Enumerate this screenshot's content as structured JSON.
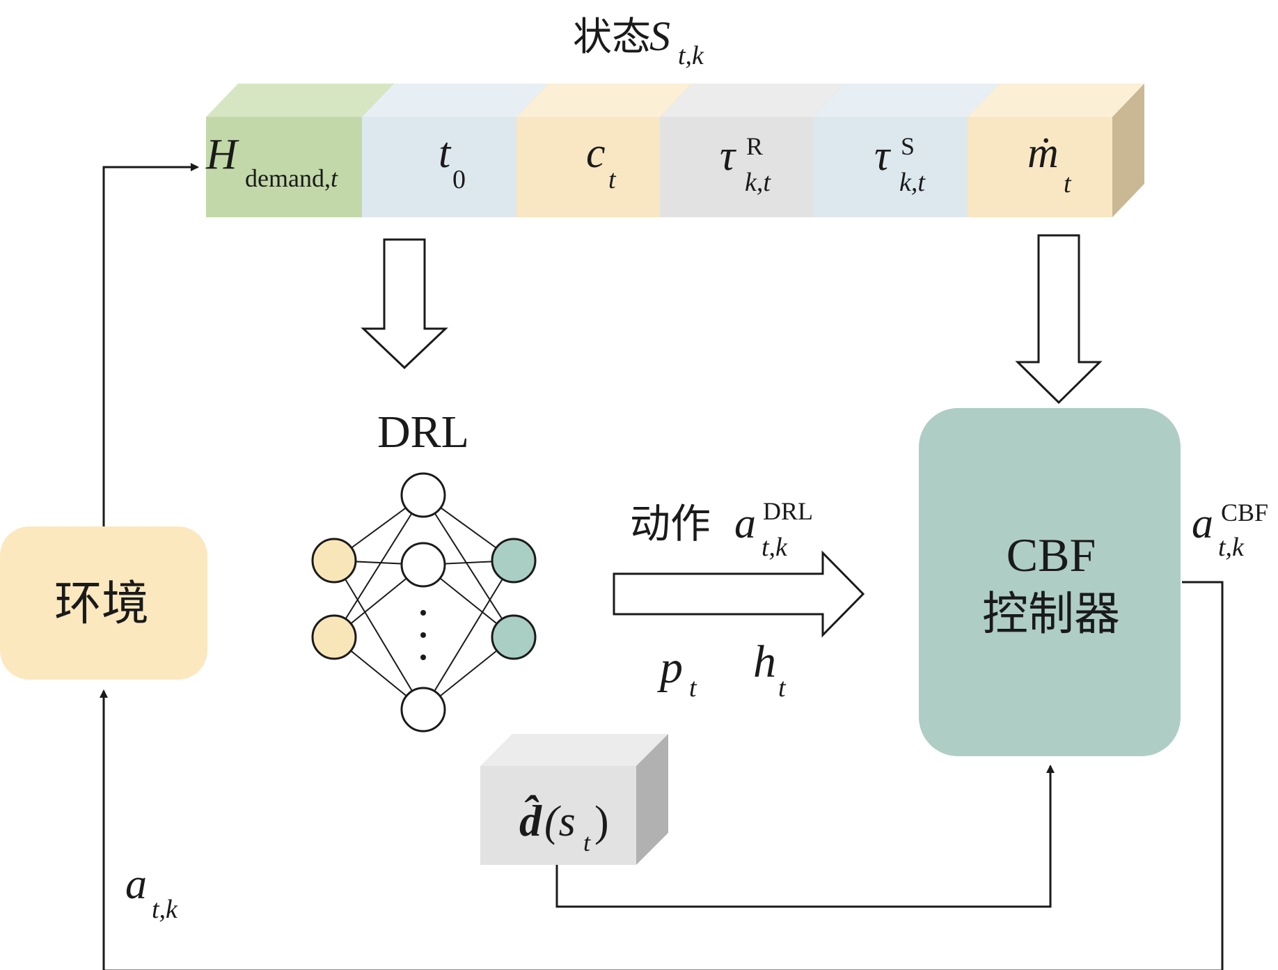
{
  "title": {
    "prefix": "状态",
    "symbol": "S",
    "sub": "t,k"
  },
  "state_cells": [
    {
      "id": "h-demand",
      "main": "H",
      "sub": "demand,t",
      "sup": "",
      "front": "#c2d8a8",
      "top": "#d6e6c3",
      "side": "#94ad7a"
    },
    {
      "id": "t0",
      "main": "t",
      "sub": "0",
      "sup": "",
      "front": "#dde7ee",
      "top": "#e8eff4",
      "side": "#a9b7bf"
    },
    {
      "id": "ct",
      "main": "c",
      "sub": "t",
      "sup": "",
      "front": "#f8e7c2",
      "top": "#fbefd6",
      "side": "#c9b893"
    },
    {
      "id": "tau-r",
      "main": "τ",
      "sub": "k,t",
      "sup": "R",
      "front": "#e2e2e2",
      "top": "#ececec",
      "side": "#b1b1b1"
    },
    {
      "id": "tau-s",
      "main": "τ",
      "sub": "k,t",
      "sup": "S",
      "front": "#dde7ee",
      "top": "#e8eff4",
      "side": "#a9b7bf"
    },
    {
      "id": "mdot",
      "main": "ṁ",
      "sub": "t",
      "sup": "",
      "front": "#f8e7c2",
      "top": "#fbefd6",
      "side": "#c9b893"
    }
  ],
  "drl": {
    "label": "DRL",
    "ellipsis": "⋮"
  },
  "action": {
    "prefix": "动作",
    "symbol": "a",
    "sup": "DRL",
    "sub": "t,k"
  },
  "outputs": {
    "p": {
      "main": "p",
      "sub": "t"
    },
    "h": {
      "main": "h",
      "sub": "t"
    }
  },
  "cbf": {
    "line1": "CBF",
    "line2": "控制器",
    "color": "#aecdc5"
  },
  "cbf_out": {
    "symbol": "a",
    "sup": "CBF",
    "sub": "t,k"
  },
  "env": {
    "label": "环境",
    "color": "#fbe8bf"
  },
  "feedback": {
    "symbol": "a",
    "sub": "t,k"
  },
  "dhat": {
    "main": "d̂",
    "open": "(s",
    "sub": "t",
    "close": ")"
  },
  "colors": {
    "node_input": "#f9e6b8",
    "node_output": "#a9cfc4",
    "node_hidden": "#ffffff",
    "line": "#1a1a1a"
  }
}
